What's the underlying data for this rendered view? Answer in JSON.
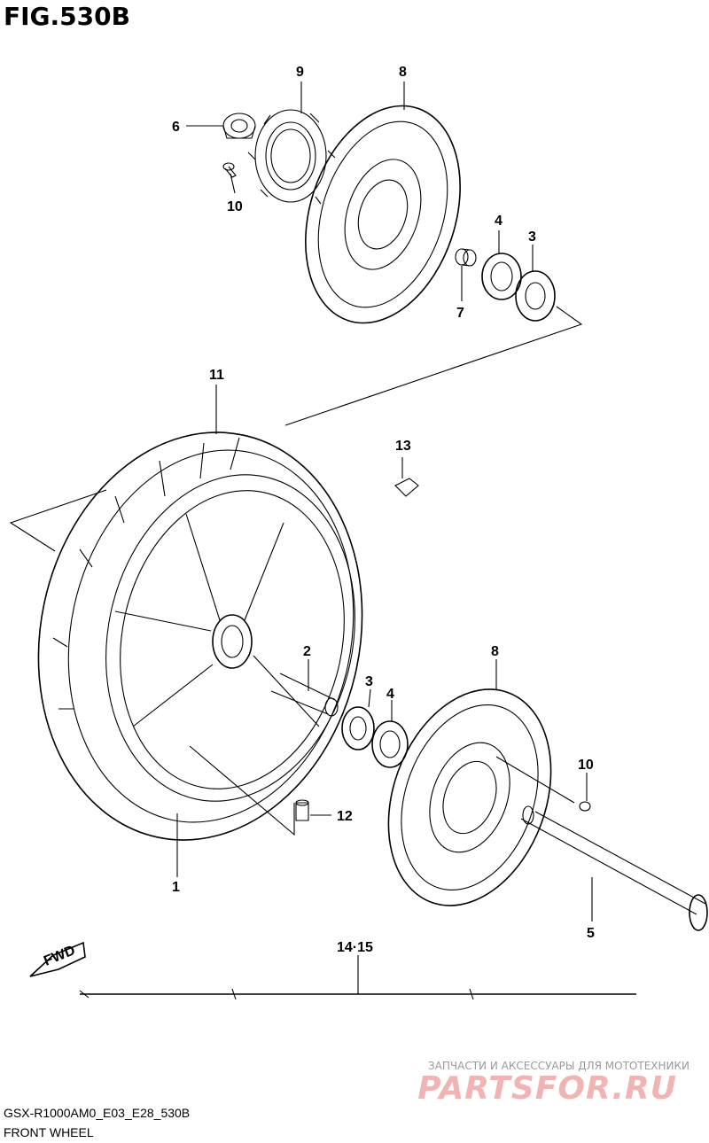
{
  "figure_title": "FIG.530B",
  "model_code": "GSX-R1000AM0_E03_E28_530B",
  "section_name": "FRONT WHEEL",
  "fwd_label": "FWD",
  "callouts": {
    "c1": "1",
    "c2": "2",
    "c3_upper": "3",
    "c3_lower": "3",
    "c4_upper": "4",
    "c4_lower": "4",
    "c5": "5",
    "c6": "6",
    "c7": "7",
    "c8_upper": "8",
    "c8_lower": "8",
    "c9": "9",
    "c10_upper": "10",
    "c10_lower": "10",
    "c11": "11",
    "c12": "12",
    "c13": "13",
    "c14_15": "14·15"
  },
  "watermark": {
    "tagline": "ЗАПЧАСТИ И АКСЕССУАРЫ ДЛЯ МОТОТЕХНИКИ",
    "logo": "PARTSFOR.RU"
  }
}
